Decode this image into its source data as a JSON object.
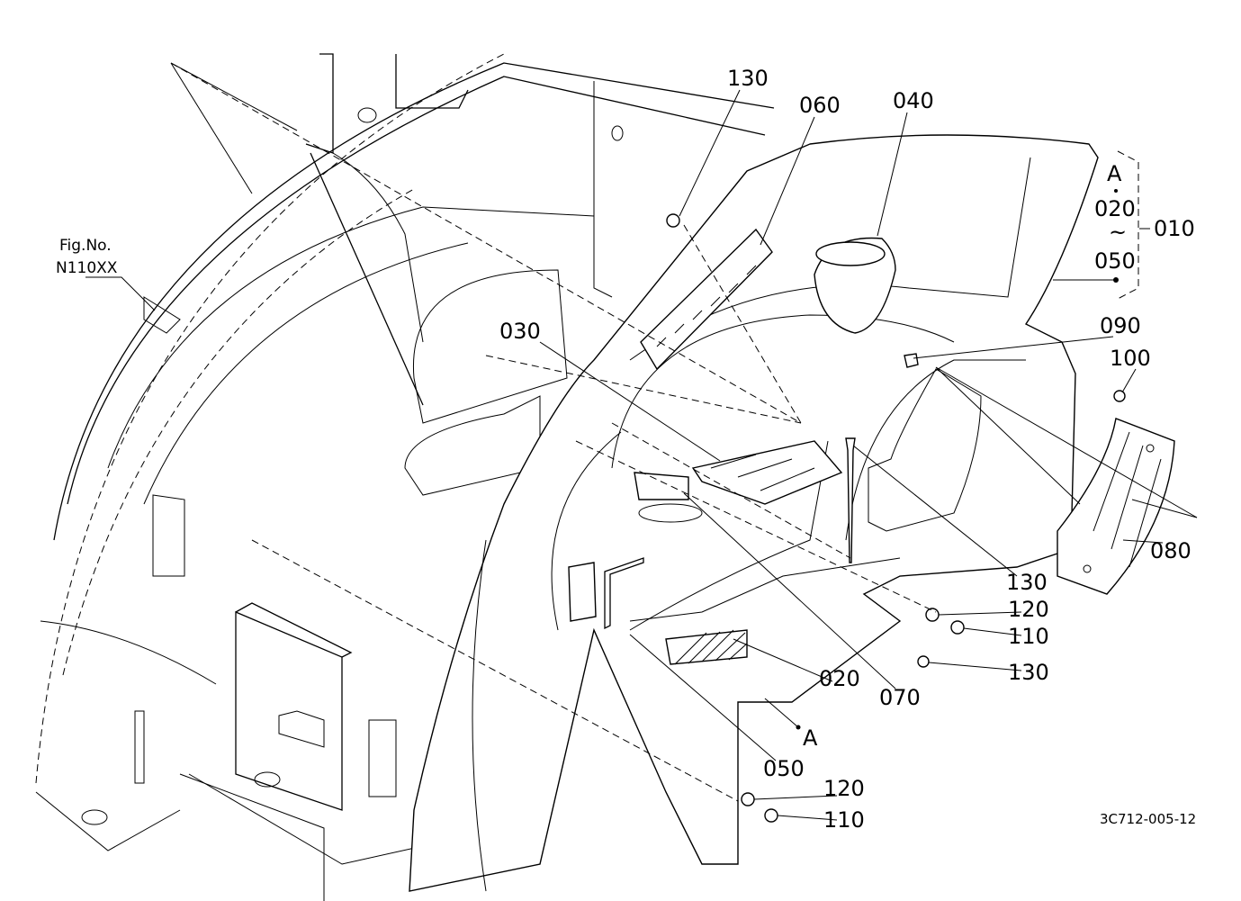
{
  "figure_ref": {
    "line1": "Fig.No.",
    "line2": "N110XX"
  },
  "callouts": {
    "c130_top": "130",
    "c060": "060",
    "c040": "040",
    "c030": "030",
    "c090": "090",
    "c100": "100",
    "c130_mid": "130",
    "c080": "080",
    "c120_a": "120",
    "c110_a": "110",
    "c130_low": "130",
    "c020": "020",
    "c070": "070",
    "c_A": "A",
    "c050": "050",
    "c120_b": "120",
    "c110_b": "110"
  },
  "assembly_group": {
    "ref": "A",
    "from": "020",
    "tilde": "~",
    "to": "050",
    "assembly": "010"
  },
  "drawing_code": "3C712-005-12"
}
